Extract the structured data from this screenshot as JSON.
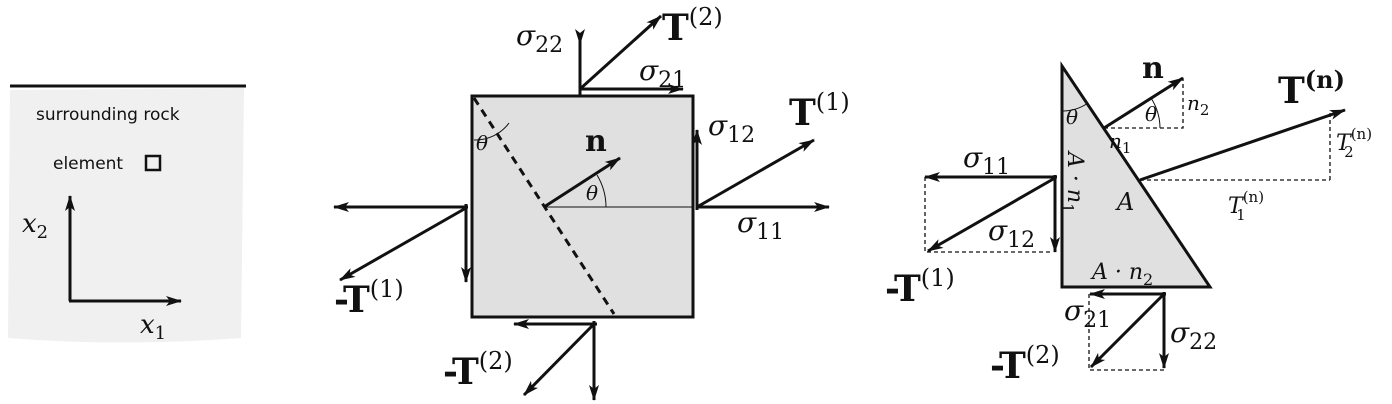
{
  "panel1": {
    "rock_label": "surrounding rock",
    "element_label": "element",
    "x1_sym": "x",
    "x1_sub": "1",
    "x2_sym": "x",
    "x2_sub": "2"
  },
  "panel2": {
    "sigma": "σ",
    "s22": "22",
    "s21": "21",
    "s12": "12",
    "s11": "11",
    "T": "T",
    "neg_T": "-T",
    "sup1": "(1)",
    "sup2": "(2)",
    "n": "n",
    "theta": "θ"
  },
  "panel3": {
    "sigma": "σ",
    "s11": "11",
    "s12": "12",
    "s21": "21",
    "s22": "22",
    "n": "n",
    "n1_sym": "n",
    "n1_sub": "1",
    "n2_sym": "n",
    "n2_sub": "2",
    "theta_top": "θ",
    "theta_n": "θ",
    "Tn": "T",
    "Tn_sup": "(n)",
    "T1_sym": "T",
    "T1_sub": "1",
    "T1_sup": "(n)",
    "T2_sym": "T",
    "T2_sub": "2",
    "T2_sup": "(n)",
    "A": "A",
    "A_n1": "A · n",
    "A_n1_sub": "1",
    "A_n2": "A · n",
    "A_n2_sub": "2",
    "neg_T": "-T",
    "sup1": "(1)",
    "sup2": "(2)"
  }
}
